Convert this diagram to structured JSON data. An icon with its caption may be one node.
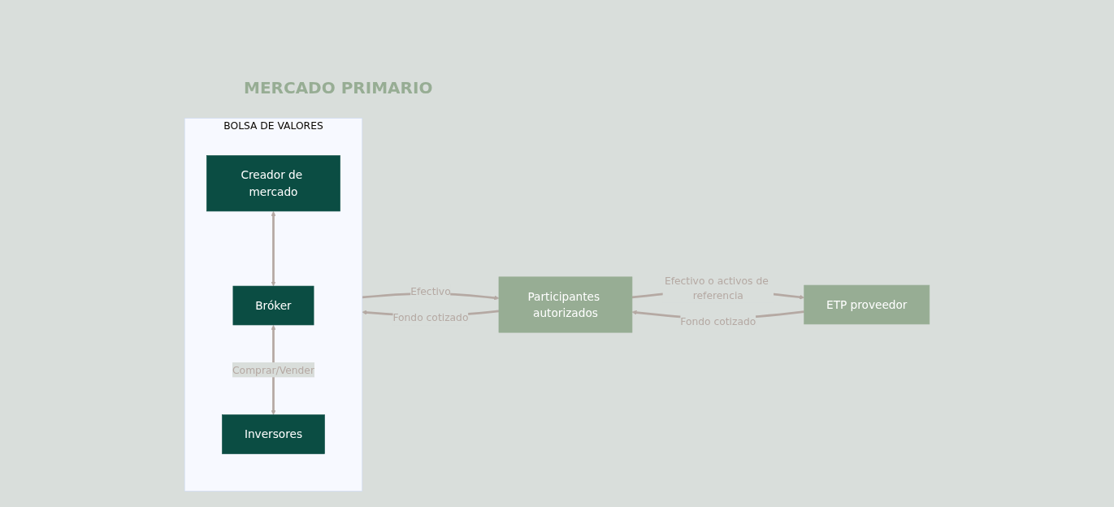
{
  "diagram": {
    "nodes": [
      {
        "text": [
          "ETP proveedor"
        ]
      },
      {
        "text": [
          "Participantes autorizados"
        ]
      },
      {
        "text": [
          "BOLSA DE VALORES"
        ]
      },
      {
        "text": [
          "Creador de mercado"
        ],
        "in": 2
      },
      {
        "text": [
          "Bróker"
        ],
        "in": 2
      },
      {
        "text": [
          "Inversores"
        ],
        "in": 2
      }
    ],
    "edges": [
      {
        "from": 0,
        "to": 1,
        "arrow": "to",
        "label": "Fondo cotizado"
      },
      {
        "from": 1,
        "to": 0,
        "arrow": "to",
        "label": "Efectivo o activos de referencia"
      },
      {
        "from": 1,
        "to": 2,
        "arrow": "to",
        "label": "Fondo cotizado"
      },
      {
        "from": 2,
        "to": 1,
        "arrow": "to",
        "label": "Efectivo"
      },
      {
        "from": 3,
        "to": 4,
        "arrow": "both"
      },
      {
        "from": 4,
        "to": 5,
        "arrow": "both",
        "label": "Comprar/Vender"
      }
    ],
    "labels": [
      "MERCADO PRIMARIO"
    ]
  }
}
